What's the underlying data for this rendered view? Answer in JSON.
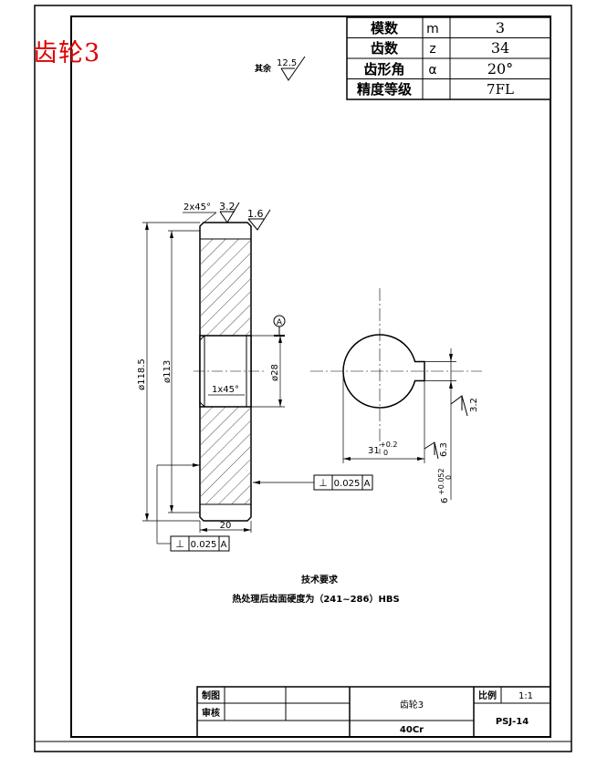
{
  "title_label": "齿轮3",
  "param_table": [
    {
      "name": "模数",
      "symbol": "m",
      "value": "3"
    },
    {
      "name": "齿数",
      "symbol": "z",
      "value": "34"
    },
    {
      "name": "齿形角",
      "symbol": "α",
      "value": "20°"
    },
    {
      "name": "精度等级",
      "symbol": "",
      "value": "7FL"
    }
  ],
  "roughness_general": {
    "prefix": "其余",
    "value": "12.5"
  },
  "dimensions": {
    "chamfer_top": "2x45°",
    "roughness_top": "3.2",
    "roughness_side": "1.6",
    "outer_dia": "ø118.5",
    "root_dia": "ø113",
    "bore_dia": "ø28",
    "chamfer_bore": "1x45°",
    "width": "20",
    "datum": "A",
    "key_depth": "31",
    "key_depth_tol_upper": "+0.2",
    "key_depth_tol_lower": "0",
    "key_width": "6",
    "key_width_tol_upper": "+0.052",
    "key_width_tol_lower": "0",
    "roughness_key_side": "3.2",
    "roughness_key_bottom": "6.3"
  },
  "tolerance_frames": [
    {
      "symbol": "⊥",
      "value": "0.025",
      "datum": "A"
    },
    {
      "symbol": "⊥",
      "value": "0.025",
      "datum": "A"
    }
  ],
  "technical_requirements": {
    "heading": "技术要求",
    "line": "热处理后齿面硬度为（241~286）HBS"
  },
  "title_block": {
    "drawn_label": "制图",
    "checked_label": "审核",
    "part_name": "齿轮3",
    "scale_label": "比例",
    "scale_value": "1:1",
    "material": "40Cr",
    "drawing_no": "PSJ-14"
  }
}
